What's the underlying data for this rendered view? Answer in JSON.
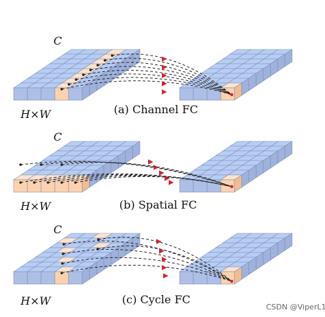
{
  "colors": {
    "cube_top": "#b8cdf4",
    "cube_left": "#aebfe6",
    "cube_right": "#9fb2dc",
    "hl_top": "#fde3c9",
    "hl_left": "#fcd2ae",
    "hl_right": "#f2bc92",
    "edge": "#7b8fb8",
    "arrow": "#d4232a",
    "line": "#222222"
  },
  "panels": [
    {
      "id": "channel",
      "axis_c": "C",
      "axis_hw": "H×W",
      "caption": "(a) Channel FC"
    },
    {
      "id": "spatial",
      "axis_c": "C",
      "axis_hw": "H×W",
      "caption": "(b) Spatial FC"
    },
    {
      "id": "cycle",
      "axis_c": "C",
      "axis_hw": "H×W",
      "caption": "(c) Cycle FC"
    }
  ],
  "watermark": "CSDN @ViperL1"
}
